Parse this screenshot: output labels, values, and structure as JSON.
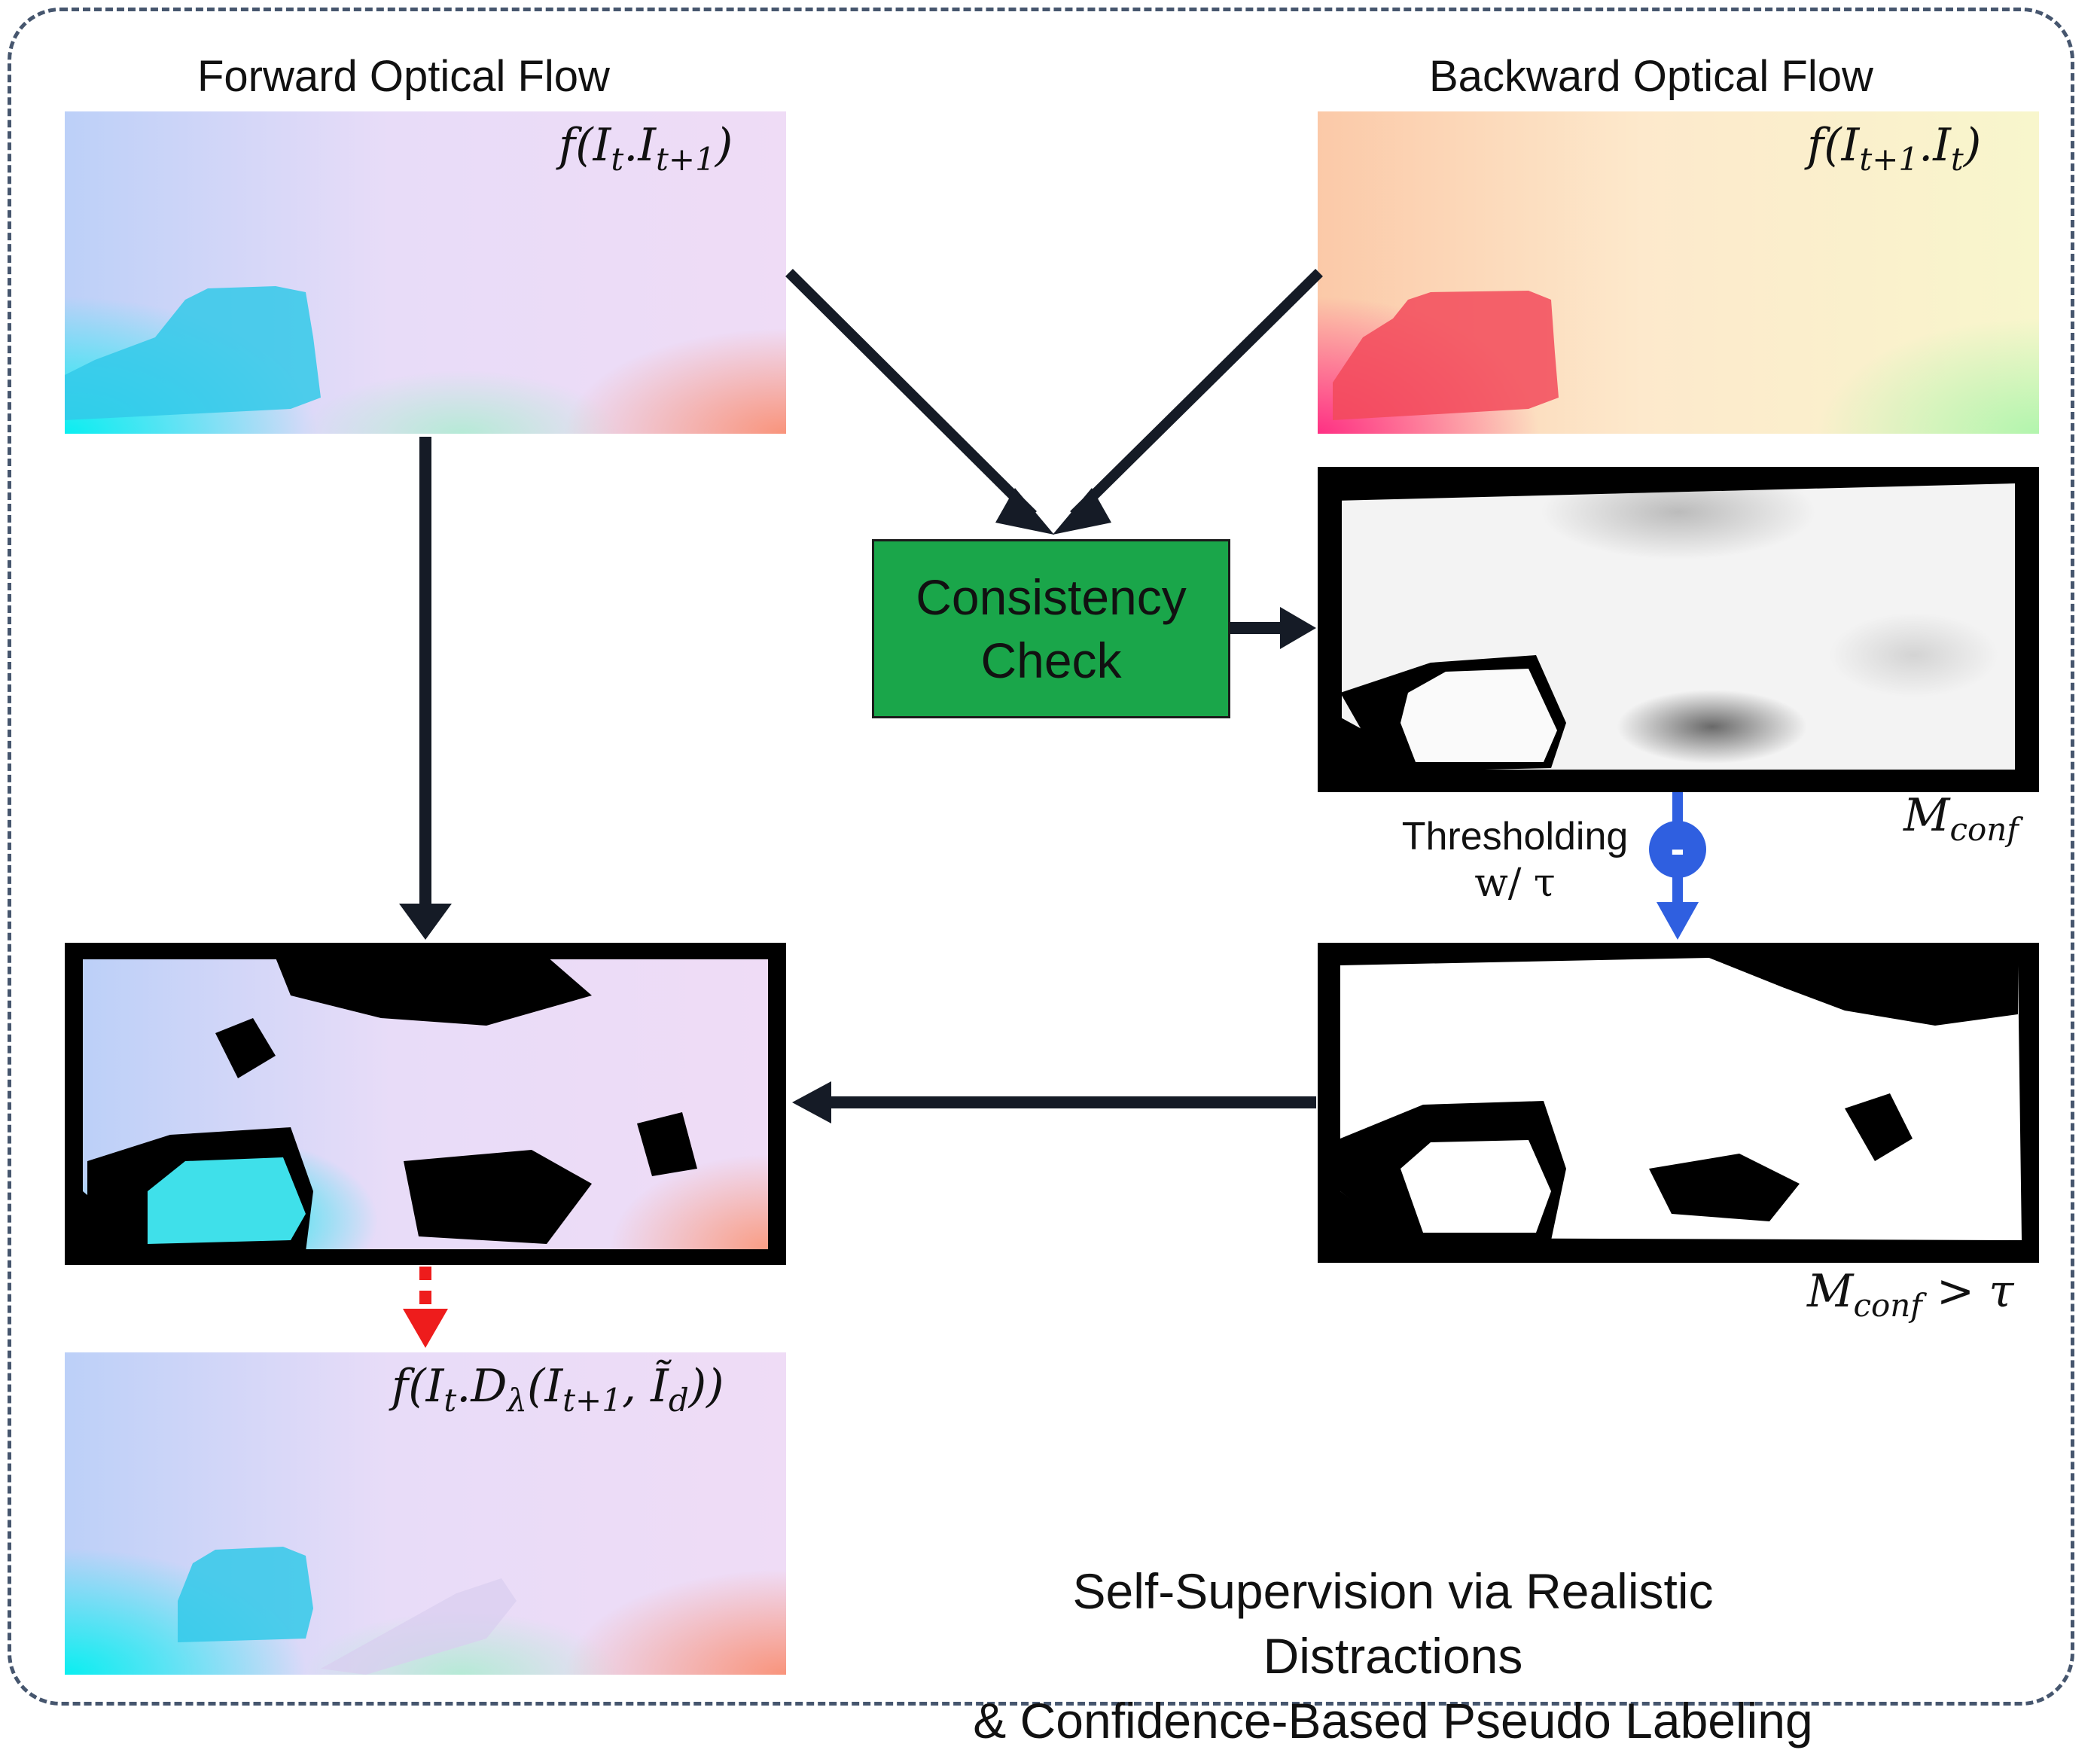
{
  "titles": {
    "forward": "Forward Optical Flow",
    "backward": "Backward Optical Flow"
  },
  "math": {
    "fwd_f": "f",
    "fwd_open": "(",
    "fwd_I1": "I",
    "fwd_I1_sub": "t",
    "fwd_sep": ".",
    "fwd_I2": "I",
    "fwd_I2_sub": "t+1",
    "fwd_close": ")",
    "bwd_f": "f",
    "bwd_open": "(",
    "bwd_I1": "I",
    "bwd_I1_sub": "t+1",
    "bwd_sep": ".",
    "bwd_I2": "I",
    "bwd_I2_sub": "t",
    "bwd_close": ")",
    "mconf": "M",
    "mconf_sub": "conf",
    "mconf_thr": "M",
    "mconf_thr_sub": "conf",
    "mconf_thr_rest": " > τ",
    "pseudo_f": "f",
    "pseudo_open": "(",
    "pseudo_I": "I",
    "pseudo_I_sub": "t",
    "pseudo_sep": ".",
    "pseudo_D": "D",
    "pseudo_D_sub": "λ",
    "pseudo_args_open": "(",
    "pseudo_I2": "I",
    "pseudo_I2_sub": "t+1",
    "pseudo_comma": ", ",
    "pseudo_Id": "Ĩ",
    "pseudo_Id_sub": "d",
    "pseudo_close": "))"
  },
  "consistency": {
    "line1": "Consistency",
    "line2": "Check"
  },
  "threshold": {
    "line1": "Thresholding",
    "line2": "w/ τ",
    "minus": "-"
  },
  "caption": {
    "line1": "Self-Supervision via Realistic Distractions",
    "line2": "& Confidence-Based Pseudo Labeling"
  },
  "colors": {
    "frame": "#46566e",
    "arrow": "#151b26",
    "consistency_box": "#1aa64a",
    "threshold_arrow": "#2f5fe0",
    "pseudo_arrow": "#ee1c1c"
  }
}
